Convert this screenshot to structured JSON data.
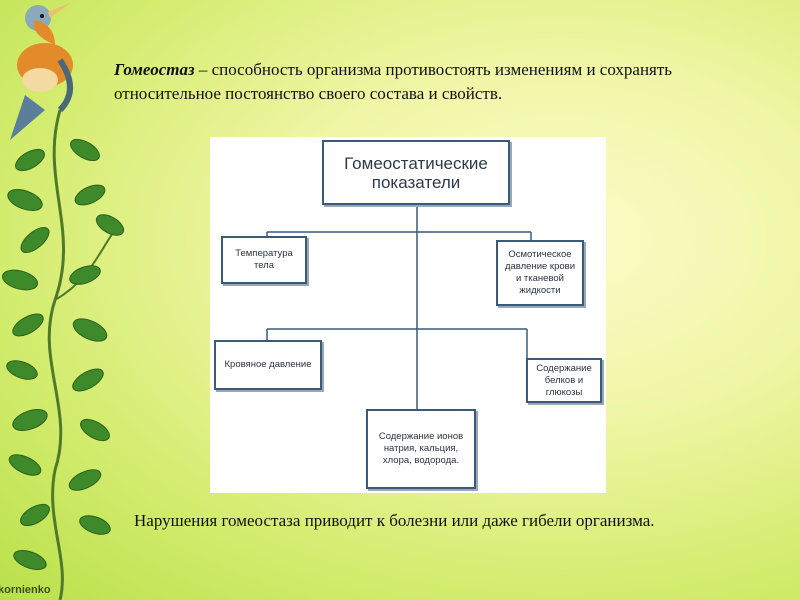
{
  "definition": {
    "term": "Гомеостаз",
    "text": " – способность организма противостоять изменениям и сохранять относительное постоянство своего состава и свойств."
  },
  "diagram": {
    "root": "Гомеостатические\nпоказатели",
    "nodes": [
      {
        "key": "temperature",
        "label": "Температура\nтела"
      },
      {
        "key": "osmotic",
        "label": "Осмотическое\nдавление крови\nи тканевой\nжидкости"
      },
      {
        "key": "blood_pressure",
        "label": "Кровяное давление"
      },
      {
        "key": "proteins",
        "label": "Содержание\nбелков и\nглюкозы"
      },
      {
        "key": "ions",
        "label": "Содержание ионов\nнатрия, кальция,\nхлора, водорода."
      }
    ]
  },
  "consequence": {
    "text": "Нарушения гомеостаза приводит к болезни или даже гибели организма."
  },
  "watermark": {
    "text": "kornienko"
  },
  "colors": {
    "box_border": "#3a5a7a",
    "connector": "#3a5a7a",
    "leaf": "#3e8a2a",
    "bird_orange": "#e38a2a"
  }
}
